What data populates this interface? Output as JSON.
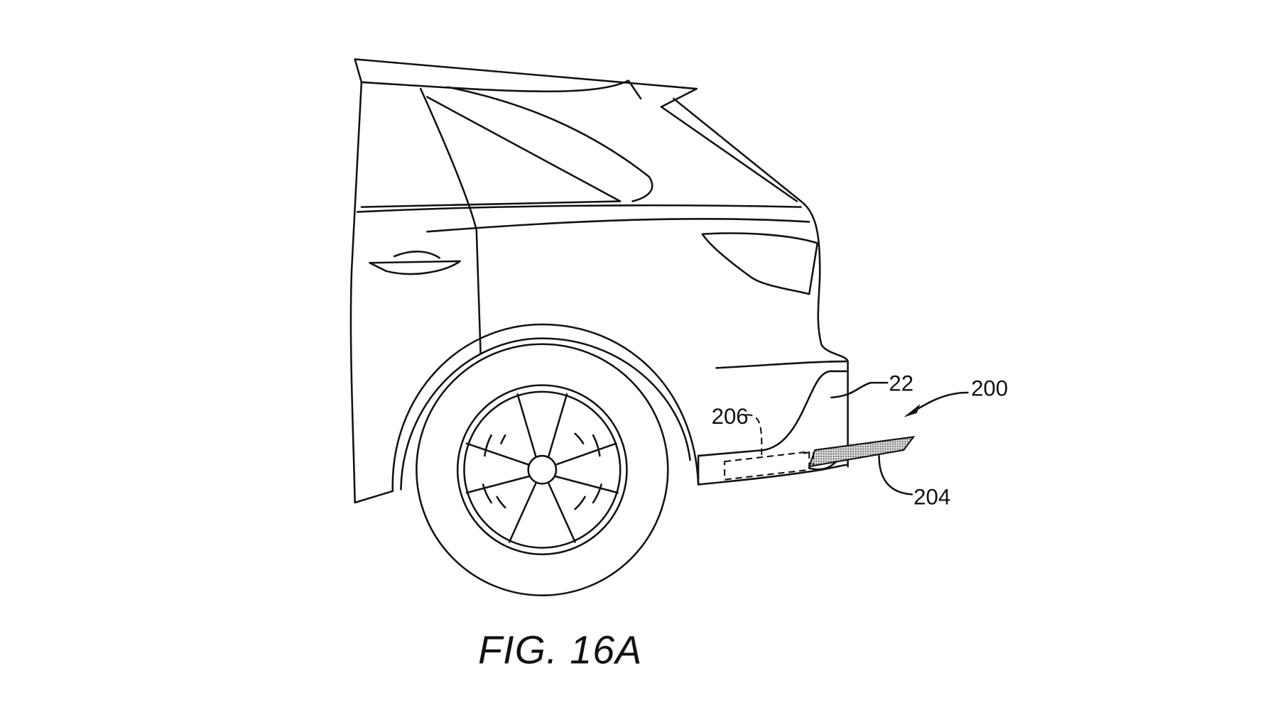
{
  "figure": {
    "caption": "FIG. 16A",
    "labels": {
      "vehicle_body": "22",
      "assembly": "200",
      "step": "204",
      "housing": "206"
    },
    "colors": {
      "line": "#111111",
      "background": "#ffffff",
      "shading": "#999999"
    }
  }
}
